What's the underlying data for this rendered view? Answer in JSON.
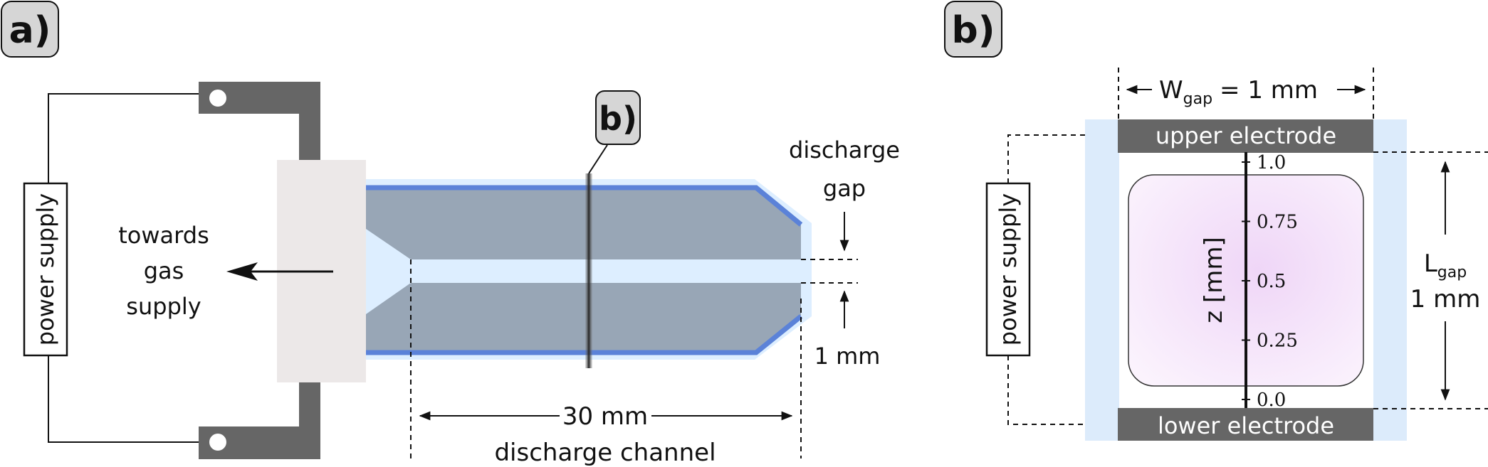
{
  "panel_a": {
    "badge": "a)",
    "power_supply": "power supply",
    "gas_supply_line1": "towards",
    "gas_supply_line2": "gas",
    "gas_supply_line3": "supply",
    "cut_badge": "b)",
    "discharge_gap_line1": "discharge",
    "discharge_gap_line2": "gap",
    "gap_width": "1 mm",
    "channel_length": "30 mm",
    "channel_label": "discharge channel"
  },
  "panel_b": {
    "badge": "b)",
    "power_supply": "power supply",
    "w_gap_symbol": "W",
    "w_gap_subscript": "gap",
    "w_gap_value": "= 1 mm",
    "upper_electrode": "upper electrode",
    "lower_electrode": "lower electrode",
    "l_gap_symbol": "L",
    "l_gap_subscript": "gap",
    "l_gap_value": "1 mm",
    "z_axis_label": "z [mm]",
    "z_ticks": [
      "1.0",
      "0.75",
      "0.5",
      "0.25",
      "0.0"
    ]
  },
  "colors": {
    "electrode": "#666666",
    "housing": "#ece8e8",
    "channel_body": "#98a6b6",
    "channel_border": "#5b82d8",
    "glow": "#ddeeff",
    "dielectric": "#dcebfb",
    "plasma": "#f2dff8",
    "badge_fill": "#d6d6d6"
  }
}
